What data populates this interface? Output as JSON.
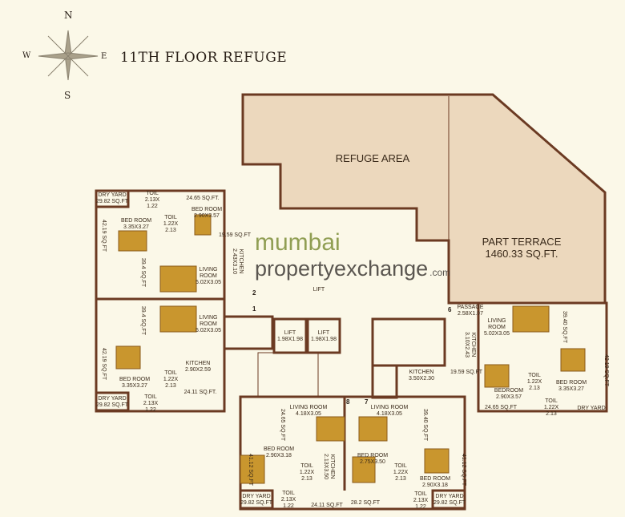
{
  "title": "11TH FLOOR REFUGE",
  "compass": {
    "n": "N",
    "s": "S",
    "e": "E",
    "w": "W"
  },
  "watermark": {
    "line1": "mumbai",
    "line2": "propertyexchange",
    "suffix": ".com"
  },
  "colors": {
    "wall": "#6b3a22",
    "terrace": "#ecd8bd",
    "background": "#fbf8e8",
    "furniture": "#c9962e"
  },
  "areas": {
    "refuge": "REFUGE AREA",
    "terrace": "PART TERRACE\n1460.33 SQ.FT."
  },
  "flat_numbers": [
    "1",
    "2",
    "6",
    "7",
    "8"
  ],
  "rooms": [
    "DRY YARD\n29.82 SQ.FT",
    "TOIL\n2.13X\n1.22",
    "24.65 SQ.FT.",
    "BED ROOM\n2.90X3.57",
    "BED ROOM\n3.35X3.27",
    "TOIL\n1.22X\n2.13",
    "42.19 SQ.FT",
    "19.59 SQ.FT",
    "KITCHEN\n2.43X3.10",
    "LIVING\nROOM\n5.02X3.05",
    "39.4 SQ.FT",
    "39.4 SQ.FT",
    "LIVING\nROOM\n5.02X3.05",
    "42.19 SQ.FT",
    "KITCHEN\n2.90X2.59",
    "BED ROOM\n3.35X3.27",
    "TOIL\n1.22X\n2.13",
    "24.11 SQ.FT.",
    "DRY YARD\n29.82 SQ.FT",
    "TOIL\n2.13X\n1.22",
    "LIFT",
    "LIFT\n1.98X1.98",
    "LIFT\n1.98X1.98",
    "PASSAGE\n2.58X1.07",
    "KITCHEN\n3.10X2.43",
    "19.59 SQ.FT",
    "KITCHEN\n3.50X2.30",
    "LIVING\nROOM\n5.02X3.05",
    "39.40 SQ.FT",
    "BEDROOM\n2.90X3.57",
    "TOIL\n1.22X\n2.13",
    "BED ROOM\n3.35X3.27",
    "42.19 SQ.FT",
    "24.65 SQ.FT",
    "TOIL\n1.22X\n2.13",
    "DRY YARD",
    "LIVING ROOM\n4.18X3.05",
    "LIVING ROOM\n4.18X3.05",
    "24.65 SQ.FT",
    "39.40 SQ.FT",
    "BED ROOM\n2.90X3.18",
    "41.12 SQ.FT",
    "TOIL\n1.22X\n2.13",
    "KITCHEN\n2.13X3.50",
    "BED ROOM\n2.75X3.50",
    "TOIL\n1.22X\n2.13",
    "BED ROOM\n2.90X3.18",
    "41.12 SQ.FT",
    "DRY YARD\n29.82 SQ.FT",
    "TOIL\n2.13X\n1.22",
    "24.11 SQ.FT",
    "28.2 SQ.FT",
    "TOIL\n2.13X\n1.22",
    "DRY YARD\n29.82 SQ.FT"
  ]
}
